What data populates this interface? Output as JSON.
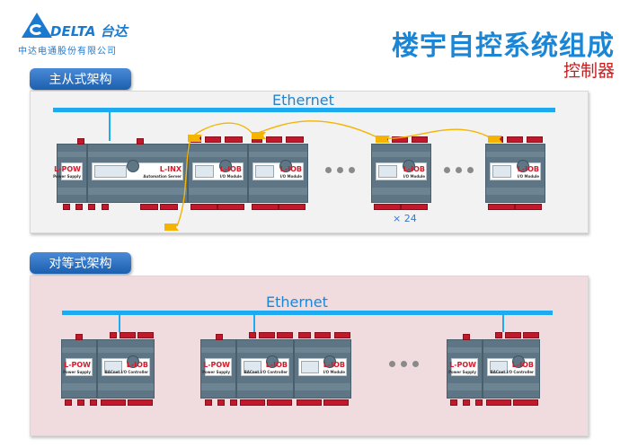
{
  "header": {
    "logo_brand": "DELTA 台达",
    "logo_subtitle": "中达电通股份有限公司",
    "title": "楼宇自控系统组成",
    "subtitle": "控制器"
  },
  "colors": {
    "brand_blue": "#1a7ad0",
    "title_blue": "#1b86d6",
    "subtitle_red": "#c71d1d",
    "ethernet_blue": "#1eaaf0",
    "cable_yellow": "#f4b400",
    "module_label_red": "#d21c2c"
  },
  "master_slave": {
    "badge": "主从式架构",
    "network_label": "Ethernet",
    "modules": [
      {
        "name": "L-POW",
        "desc": "Power Supply",
        "icon": "power-supply-module"
      },
      {
        "name": "L-INX",
        "desc": "Automation Server",
        "icon": "automation-server-module"
      },
      {
        "name": "L-IOB",
        "desc": "I/O Module",
        "icon": "io-module"
      },
      {
        "name": "L-IOB",
        "desc": "I/O Module",
        "icon": "io-module"
      },
      {
        "name": "L-IOB",
        "desc": "I/O Module",
        "icon": "io-module"
      },
      {
        "name": "L-IOB",
        "desc": "I/O Module",
        "icon": "io-module"
      }
    ],
    "count_label": "× 24"
  },
  "peer_to_peer": {
    "badge": "对等式架构",
    "network_label": "Ethernet",
    "groups": [
      {
        "modules": [
          {
            "name": "L-POW",
            "desc": "Power Supply"
          },
          {
            "name": "L-IOB",
            "desc": "BACnet I/O Controller"
          }
        ]
      },
      {
        "modules": [
          {
            "name": "L-POW",
            "desc": "Power Supply"
          },
          {
            "name": "L-IOB",
            "desc": "BACnet I/O Controller"
          },
          {
            "name": "L-IOB",
            "desc": "I/O Module"
          }
        ]
      },
      {
        "modules": [
          {
            "name": "L-POW",
            "desc": "Power Supply"
          },
          {
            "name": "L-IOB",
            "desc": "BACnet I/O Controller"
          }
        ]
      }
    ]
  }
}
